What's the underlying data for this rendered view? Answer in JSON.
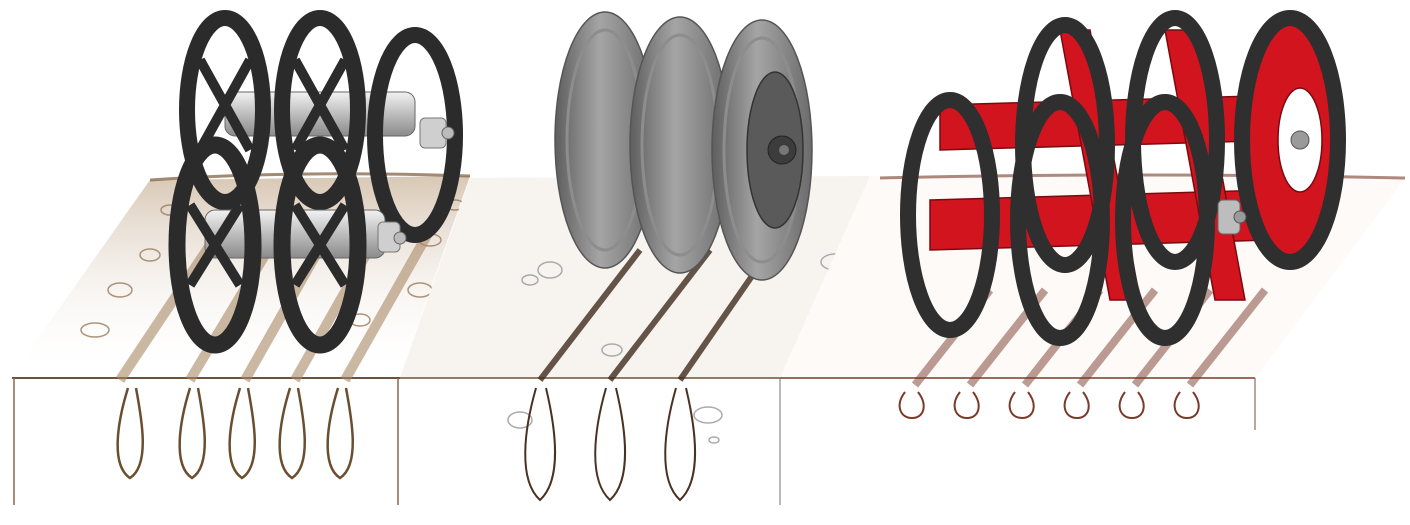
{
  "illustration": {
    "panels": [
      {
        "key": "left",
        "roller_color": "#2b2b2b",
        "axle_color": "#c8c8c8",
        "furrow_count": 5,
        "soil_color": "#8a6a4a"
      },
      {
        "key": "middle",
        "roller_color": "#7d7d7d",
        "furrow_count": 3,
        "soil_color": "#4a3222"
      },
      {
        "key": "right",
        "roller_color": "#2f2f2f",
        "frame_color": "#d2141e",
        "furrow_count": 6,
        "soil_color": "#7a3a2a"
      }
    ]
  }
}
